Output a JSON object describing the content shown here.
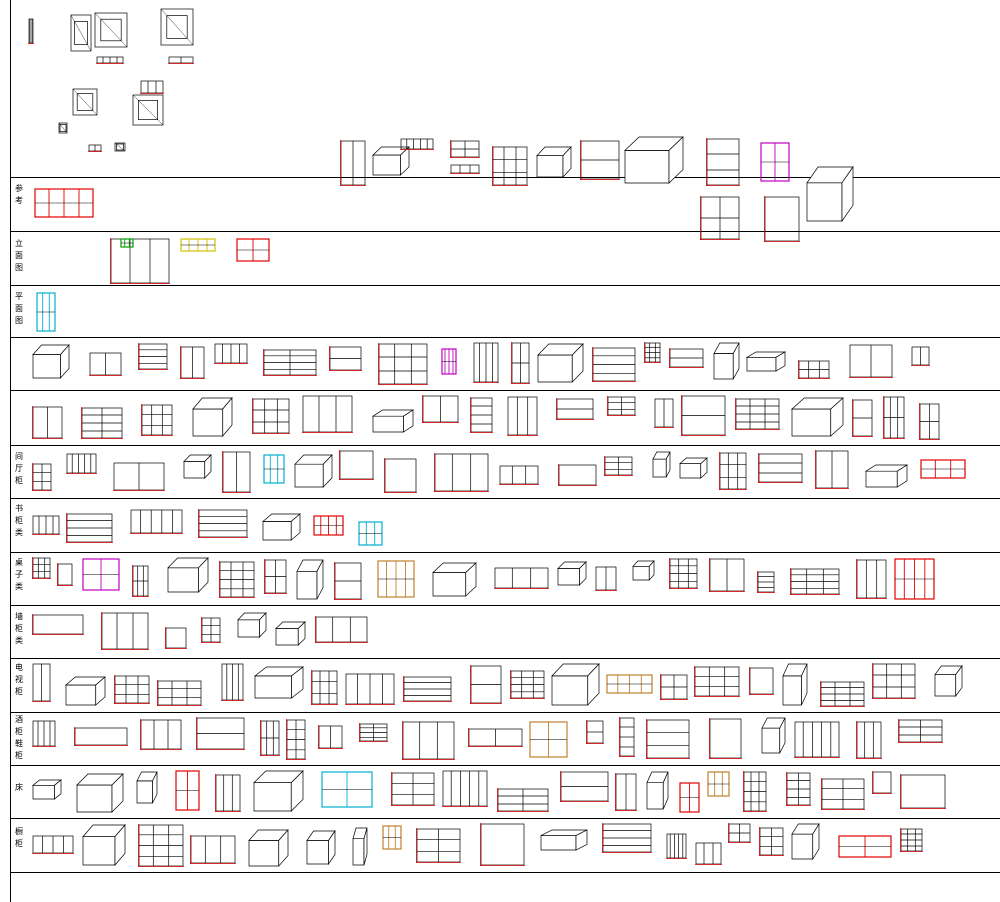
{
  "sheet": {
    "title": "",
    "rows": [
      {
        "id": "top",
        "label": ""
      },
      {
        "id": "r1",
        "label": "参\n考"
      },
      {
        "id": "r2",
        "label": "立\n面\n图"
      },
      {
        "id": "r3",
        "label": "平\n面\n图"
      },
      {
        "id": "r4",
        "label": ""
      },
      {
        "id": "r5",
        "label": ""
      },
      {
        "id": "r6",
        "label": "间\n厅\n柜"
      },
      {
        "id": "r7",
        "label": "书\n柜\n类"
      },
      {
        "id": "r8",
        "label": "桌\n子\n类"
      },
      {
        "id": "r9",
        "label": "墙\n柜\n类"
      },
      {
        "id": "r10",
        "label": "电\n视\n柜"
      },
      {
        "id": "r11",
        "label": "酒\n柜\n鞋\n柜"
      },
      {
        "id": "r12",
        "label": "床"
      },
      {
        "id": "r13",
        "label": "橱\n柜"
      }
    ]
  },
  "colors": {
    "line": "#000000",
    "red": "#e00000",
    "magenta": "#c000c0",
    "cyan": "#00b0d0",
    "green": "#00a000",
    "yellow": "#d0c000",
    "brown": "#c08030"
  }
}
